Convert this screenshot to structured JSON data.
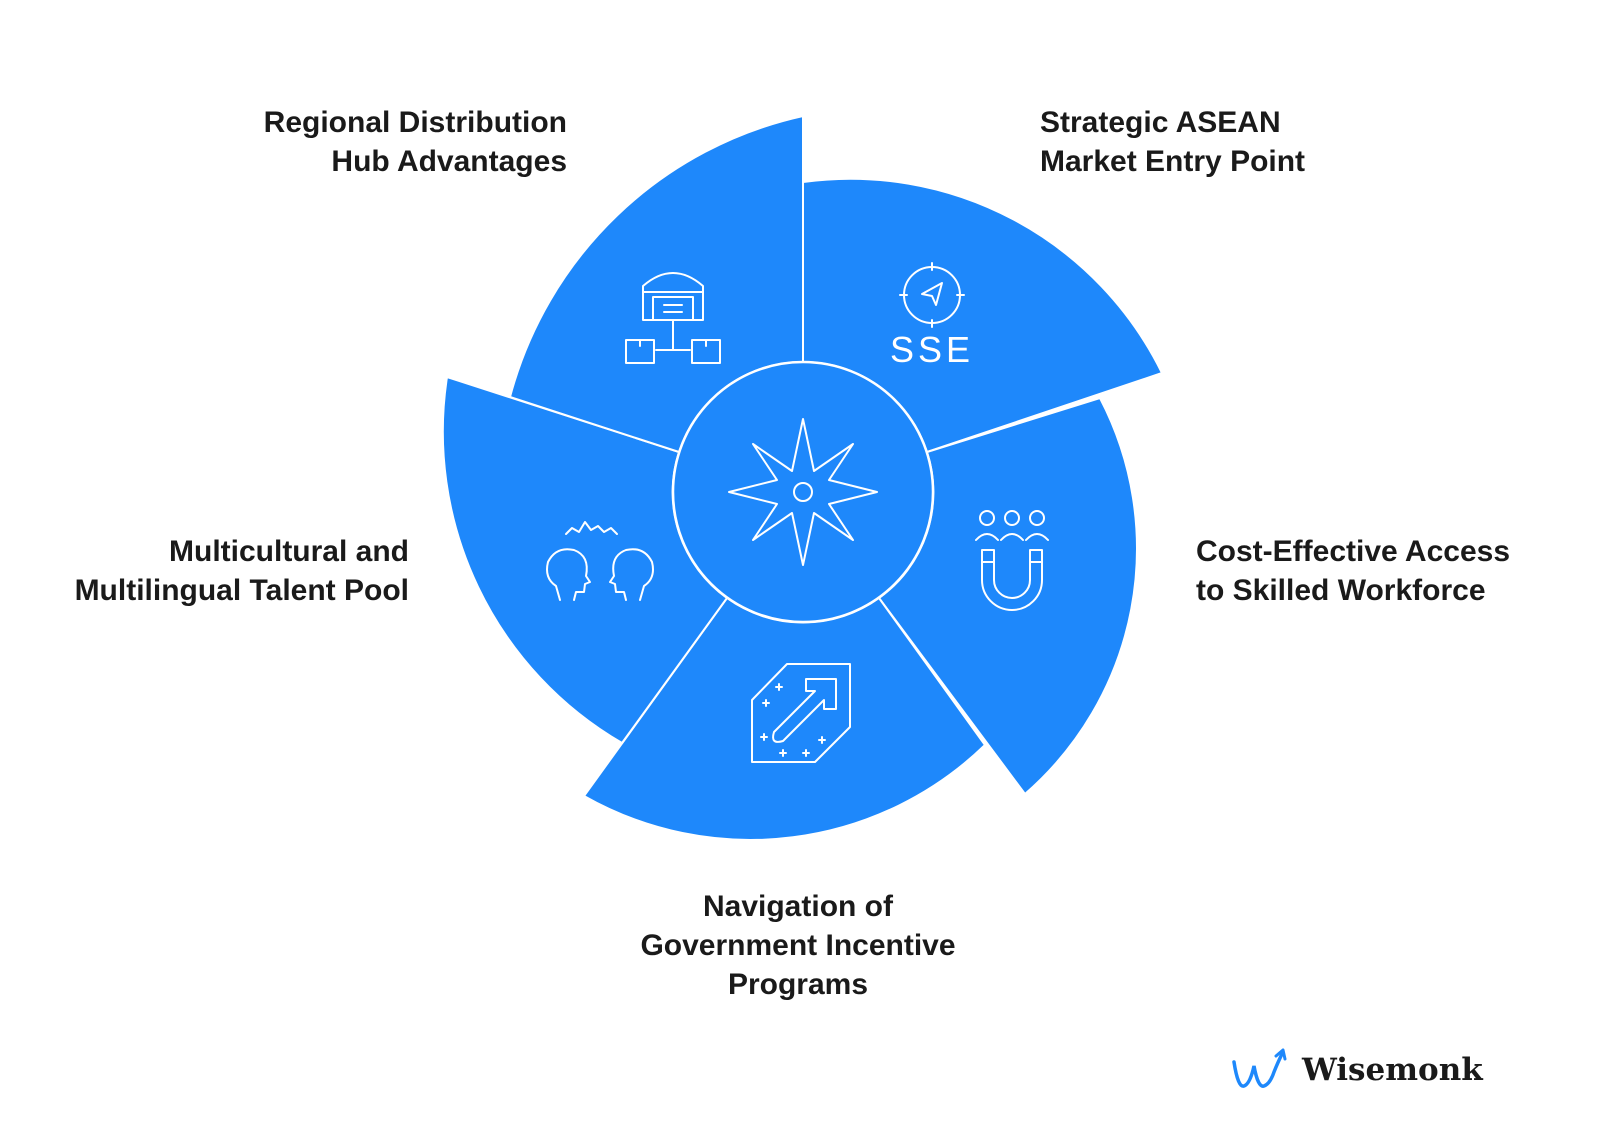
{
  "diagram": {
    "accent_color": "#1e88fb",
    "center_icon": "compass-star-icon",
    "segments": [
      {
        "label_lines": [
          "Strategic ASEAN",
          "Market Entry Point"
        ],
        "icon": "compass-sse-icon",
        "icon_text": "SSE"
      },
      {
        "label_lines": [
          "Cost-Effective Access",
          "to Skilled Workforce"
        ],
        "icon": "people-magnet-icon"
      },
      {
        "label_lines": [
          "Navigation of",
          "Government Incentive",
          "Programs"
        ],
        "icon": "map-arrow-icon"
      },
      {
        "label_lines": [
          "Multicultural and",
          "Multilingual Talent Pool"
        ],
        "icon": "talking-heads-icon"
      },
      {
        "label_lines": [
          "Regional Distribution",
          "Hub Advantages"
        ],
        "icon": "warehouse-network-icon"
      }
    ]
  },
  "brand": {
    "name": "Wisemonk",
    "icon": "wisemonk-logo-icon"
  }
}
